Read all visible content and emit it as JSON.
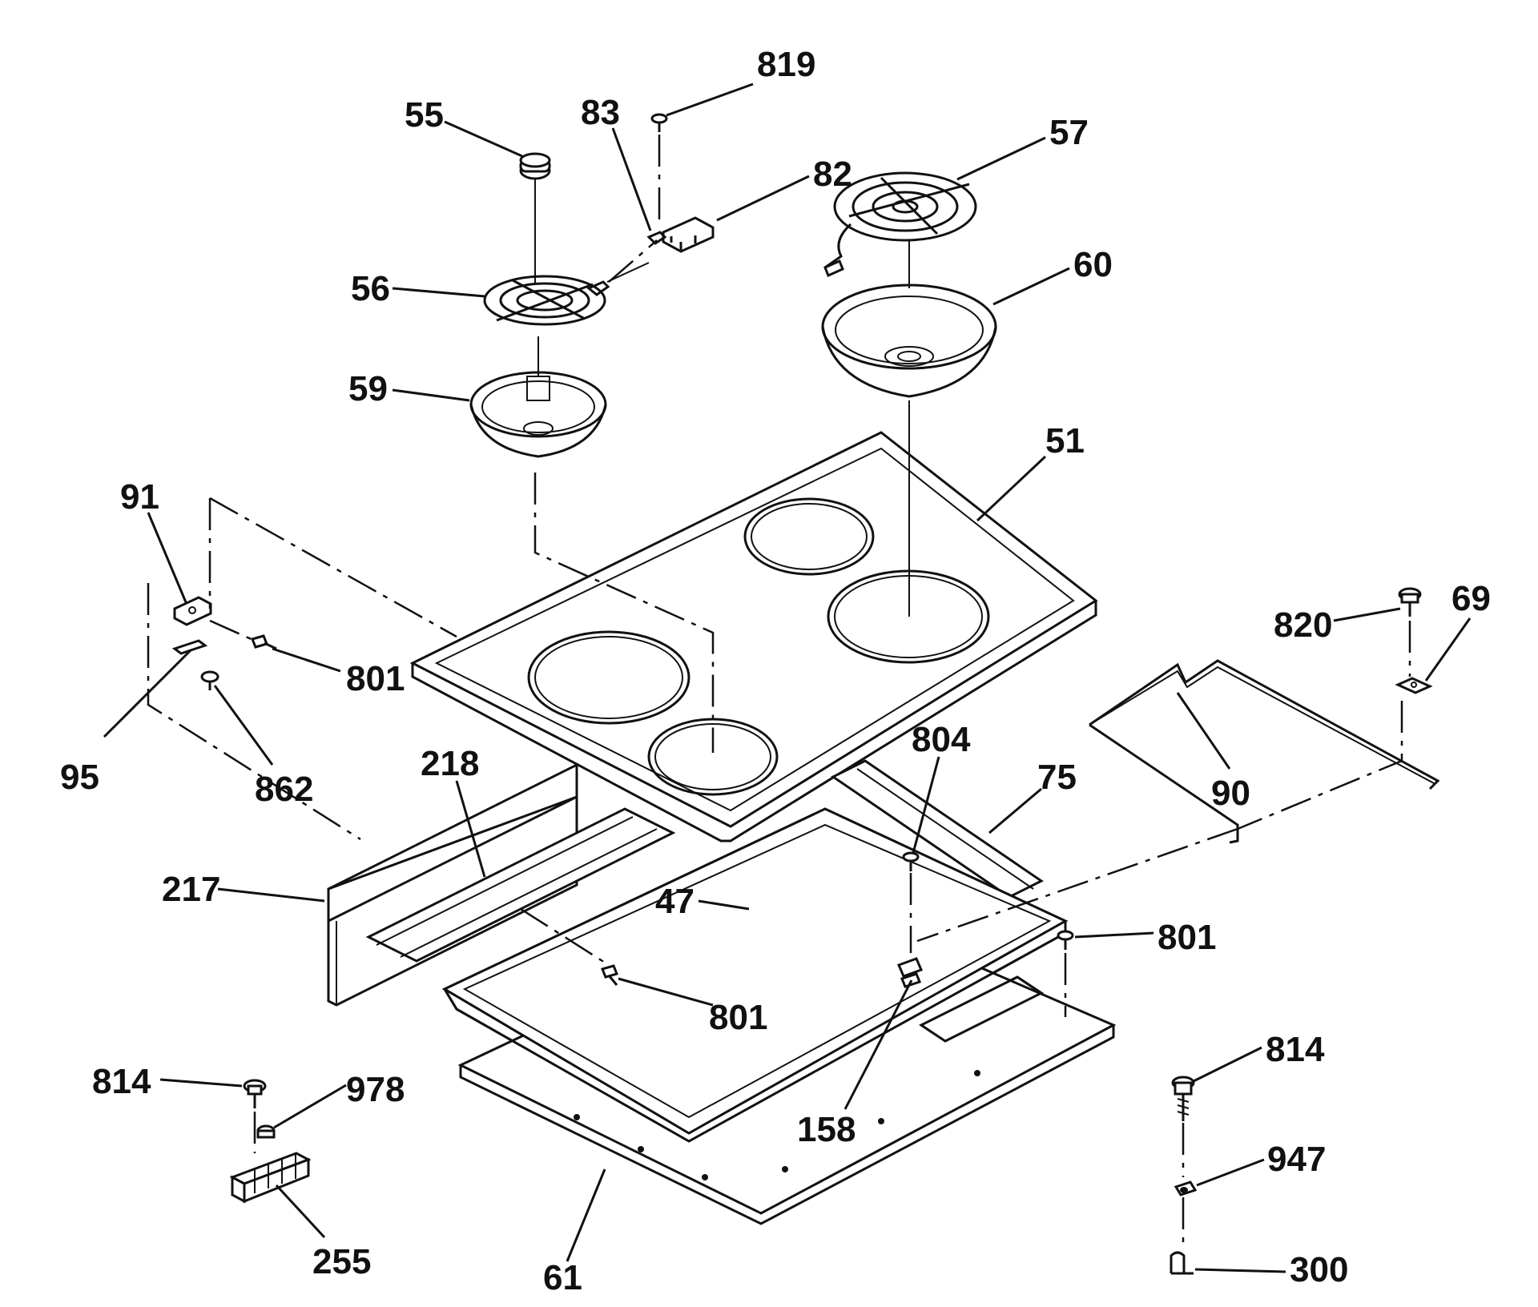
{
  "colors": {
    "ink": "#111111",
    "background": "#ffffff"
  },
  "labels": {
    "p819": "819",
    "p55": "55",
    "p83": "83",
    "p82": "82",
    "p57": "57",
    "p56": "56",
    "p60": "60",
    "p59": "59",
    "p51": "51",
    "p91": "91",
    "p820": "820",
    "p69": "69",
    "p801a": "801",
    "p95": "95",
    "p862": "862",
    "p218": "218",
    "p804": "804",
    "p75": "75",
    "p90": "90",
    "p217": "217",
    "p47": "47",
    "p801b": "801",
    "p801c": "801",
    "p814a": "814",
    "p978": "978",
    "p158": "158",
    "p814b": "814",
    "p947": "947",
    "p255": "255",
    "p61": "61",
    "p300": "300"
  }
}
